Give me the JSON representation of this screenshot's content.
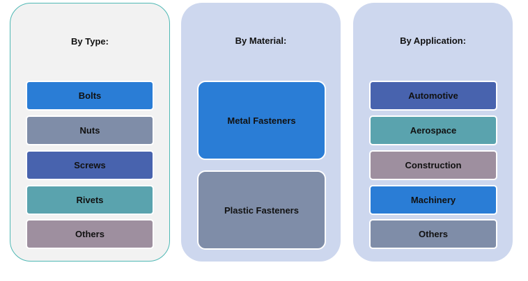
{
  "colors": {
    "blue": "#2a7dd6",
    "slate": "#7f8da8",
    "indigo": "#4863ae",
    "teal": "#5aa3ae",
    "mauve": "#9e8f9f",
    "panel_light": "#f2f2f2",
    "panel_blue": "#cdd7ee",
    "panel_border": "#4fb8b4"
  },
  "panels": [
    {
      "title": "By Type:",
      "items": [
        {
          "label": "Bolts",
          "color": "#2a7dd6"
        },
        {
          "label": "Nuts",
          "color": "#7f8da8"
        },
        {
          "label": "Screws",
          "color": "#4863ae"
        },
        {
          "label": "Rivets",
          "color": "#5aa3ae"
        },
        {
          "label": "Others",
          "color": "#9e8f9f"
        }
      ]
    },
    {
      "title": "By Material:",
      "items": [
        {
          "label": "Metal Fasteners",
          "color": "#2a7dd6"
        },
        {
          "label": "Plastic Fasteners",
          "color": "#7f8da8"
        }
      ]
    },
    {
      "title": "By Application:",
      "items": [
        {
          "label": "Automotive",
          "color": "#4863ae"
        },
        {
          "label": "Aerospace",
          "color": "#5aa3ae"
        },
        {
          "label": "Construction",
          "color": "#9e8f9f"
        },
        {
          "label": "Machinery",
          "color": "#2a7dd6"
        },
        {
          "label": "Others",
          "color": "#7f8da8"
        }
      ]
    }
  ]
}
